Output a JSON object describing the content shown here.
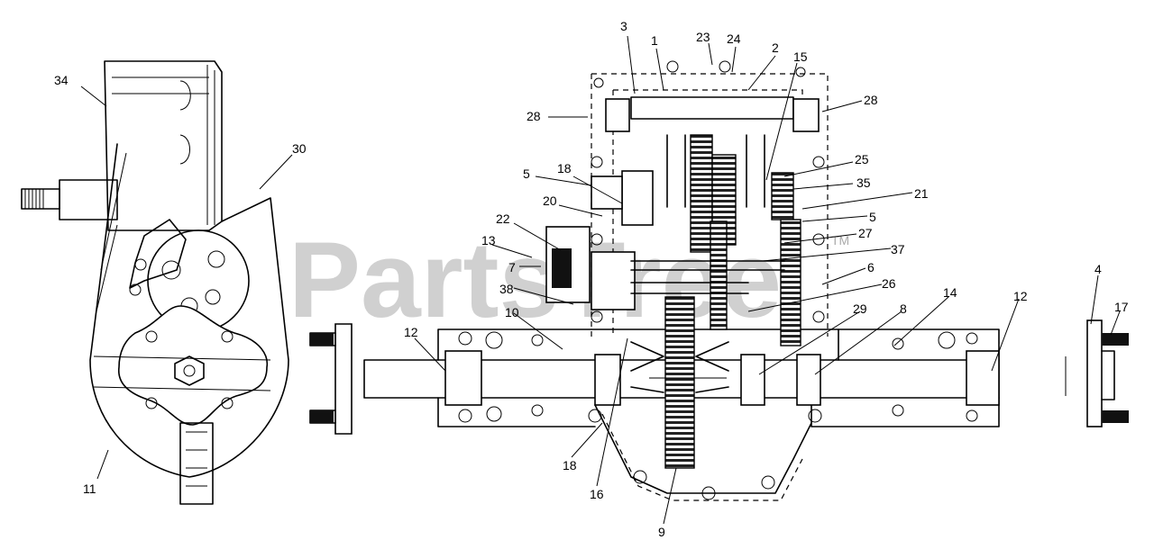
{
  "watermark": {
    "text": "PartsTree",
    "trademark": "TM"
  },
  "callouts": [
    "34",
    "30",
    "11",
    "3",
    "1",
    "23",
    "24",
    "2",
    "15",
    "28",
    "28b",
    "5",
    "18",
    "20",
    "22",
    "13",
    "7",
    "38",
    "10",
    "12",
    "25",
    "35",
    "21",
    "5b",
    "27",
    "37",
    "6",
    "26",
    "14",
    "12b",
    "29",
    "8",
    "18b",
    "16",
    "9",
    "4",
    "17"
  ],
  "labels": {
    "34": "34",
    "30": "30",
    "11": "11",
    "3": "3",
    "1": "1",
    "23": "23",
    "24": "24",
    "2": "2",
    "15": "15",
    "28": "28",
    "28b": "28",
    "5": "5",
    "18": "18",
    "20": "20",
    "22": "22",
    "13": "13",
    "7": "7",
    "38": "38",
    "10": "10",
    "12": "12",
    "25": "25",
    "35": "35",
    "21": "21",
    "5b": "5",
    "27": "27",
    "37": "37",
    "6": "6",
    "26": "26",
    "14": "14",
    "12b": "12",
    "29": "29",
    "8": "8",
    "18b": "18",
    "16": "16",
    "9": "9",
    "4": "4",
    "17": "17"
  }
}
